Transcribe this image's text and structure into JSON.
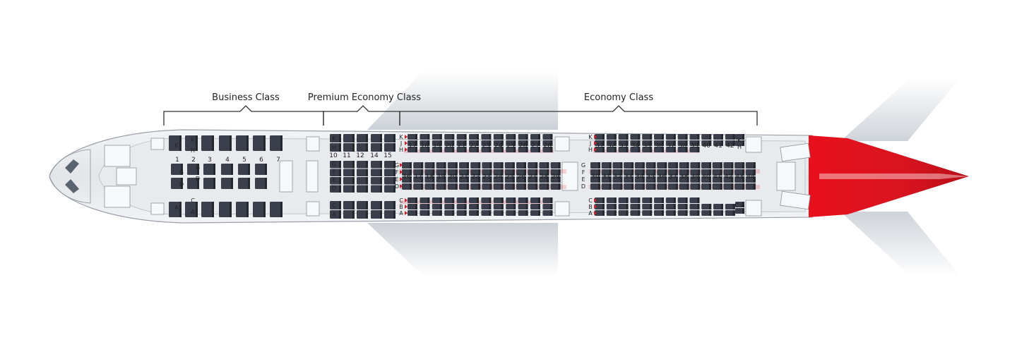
{
  "diagram": {
    "sections": {
      "business": "Business Class",
      "premium": "Premium Economy Class",
      "economy": "Economy Class"
    },
    "business_rows": [
      "1",
      "2",
      "3",
      "4",
      "5",
      "6",
      "7"
    ],
    "business_letters": {
      "row1_top": [
        "K"
      ],
      "row2_top": [
        "K",
        "H"
      ],
      "row1_mid": [
        "G",
        "D"
      ],
      "row2_mid": [
        "G",
        "D"
      ],
      "row1_bot": [
        "A"
      ],
      "row2_bot": [
        "C",
        "A"
      ]
    },
    "premium_rows": [
      "10",
      "11",
      "12",
      "14",
      "15"
    ],
    "premium_letters": {
      "top": [
        "K",
        "H"
      ],
      "mid": [
        "G",
        "F",
        "E",
        "D"
      ],
      "bot": [
        "C",
        "A"
      ]
    },
    "economy_fwd_top_rows": [
      "17",
      "18",
      "19",
      "20",
      "21",
      "22",
      "23",
      "24",
      "25",
      "26",
      "27",
      "28"
    ],
    "economy_fwd_mid_rows": [
      "16",
      "17",
      "18",
      "19",
      "20",
      "21",
      "22",
      "23",
      "24",
      "25",
      "26",
      "27",
      "28",
      "29"
    ],
    "economy_aft_top_rows": [
      "31",
      "32",
      "33",
      "34",
      "35",
      "36",
      "37",
      "38",
      "39",
      "40",
      "41",
      "42"
    ],
    "economy_aft_mid_rows": [
      "30",
      "31",
      "32",
      "33",
      "34",
      "35",
      "36",
      "37",
      "38",
      "39",
      "40",
      "41",
      "42",
      "43",
      "44"
    ],
    "economy_letters_top": [
      "K",
      "J",
      "H"
    ],
    "economy_letters_mid": [
      "G",
      "F",
      "E",
      "D"
    ],
    "economy_letters_bot": [
      "C",
      "B",
      "A"
    ],
    "economy_rear_letters": {
      "top": [
        "K",
        "H"
      ],
      "bot": [
        "C",
        "A"
      ]
    },
    "colors": {
      "accent_red": "#d62027",
      "seat_dark": "#3a3f4b",
      "fuselage": "#e4e6ea",
      "outline": "#9aa0a8"
    }
  }
}
